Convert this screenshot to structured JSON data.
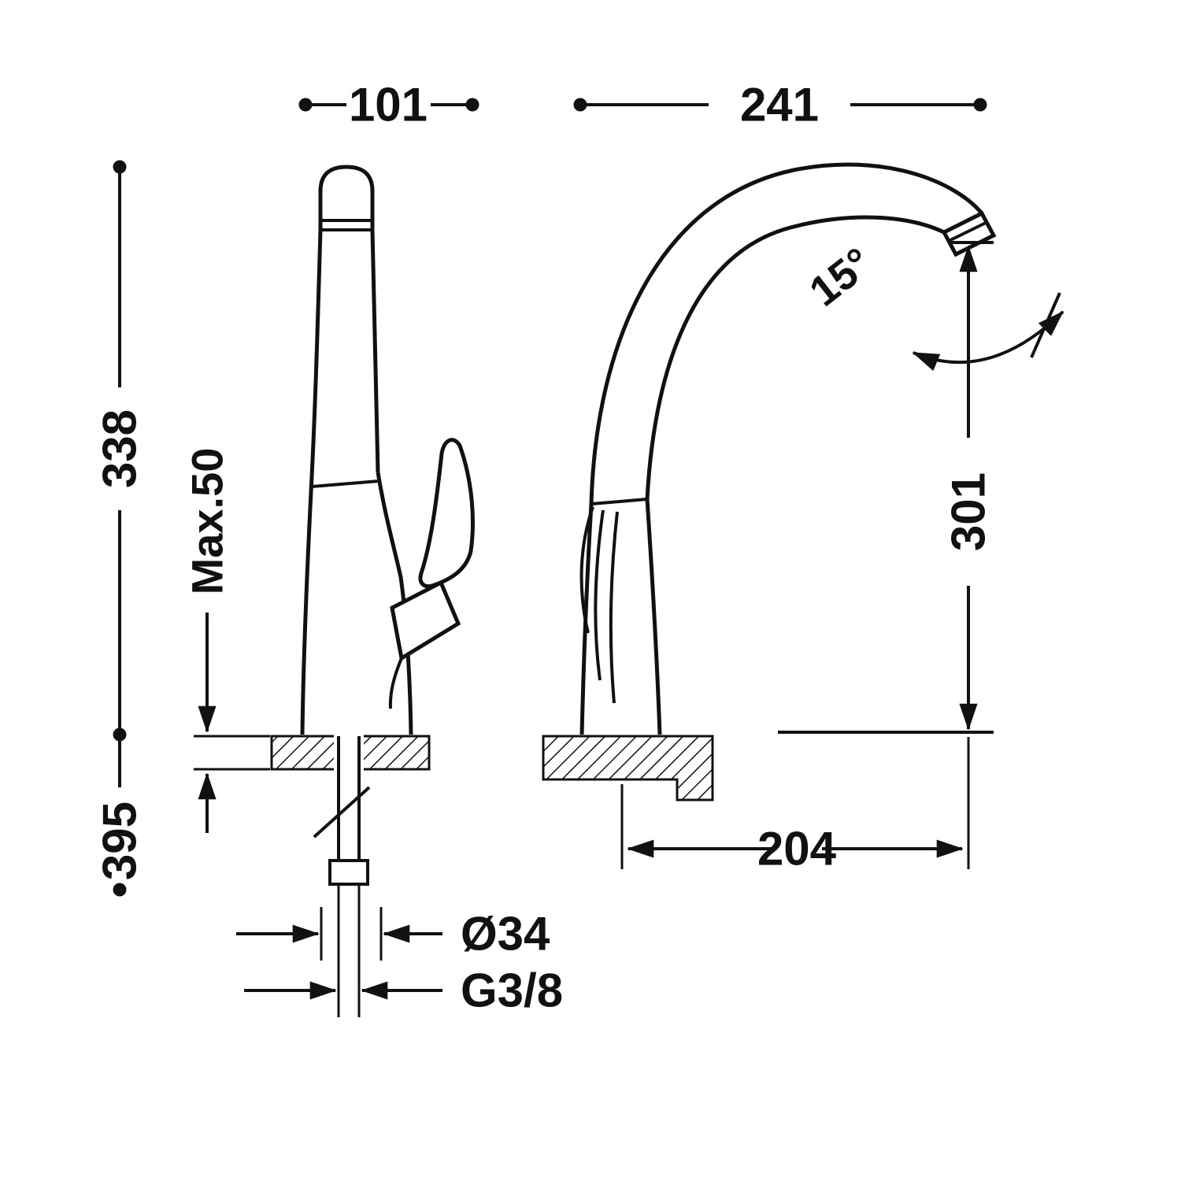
{
  "drawing": {
    "type": "kitchen-faucet-dimension-drawing",
    "line_color": "#111111",
    "background": "#ffffff"
  },
  "front_view": {
    "top_width": "101",
    "spout_height": "338",
    "max_mounting_thickness": "Max.50",
    "total_height_below_deck": "395",
    "base_diameter": "Ø34",
    "supply_thread": "G3/8"
  },
  "side_view": {
    "top_width": "241",
    "swivel_angle": "15°",
    "outlet_height": "301",
    "spout_reach": "204"
  }
}
